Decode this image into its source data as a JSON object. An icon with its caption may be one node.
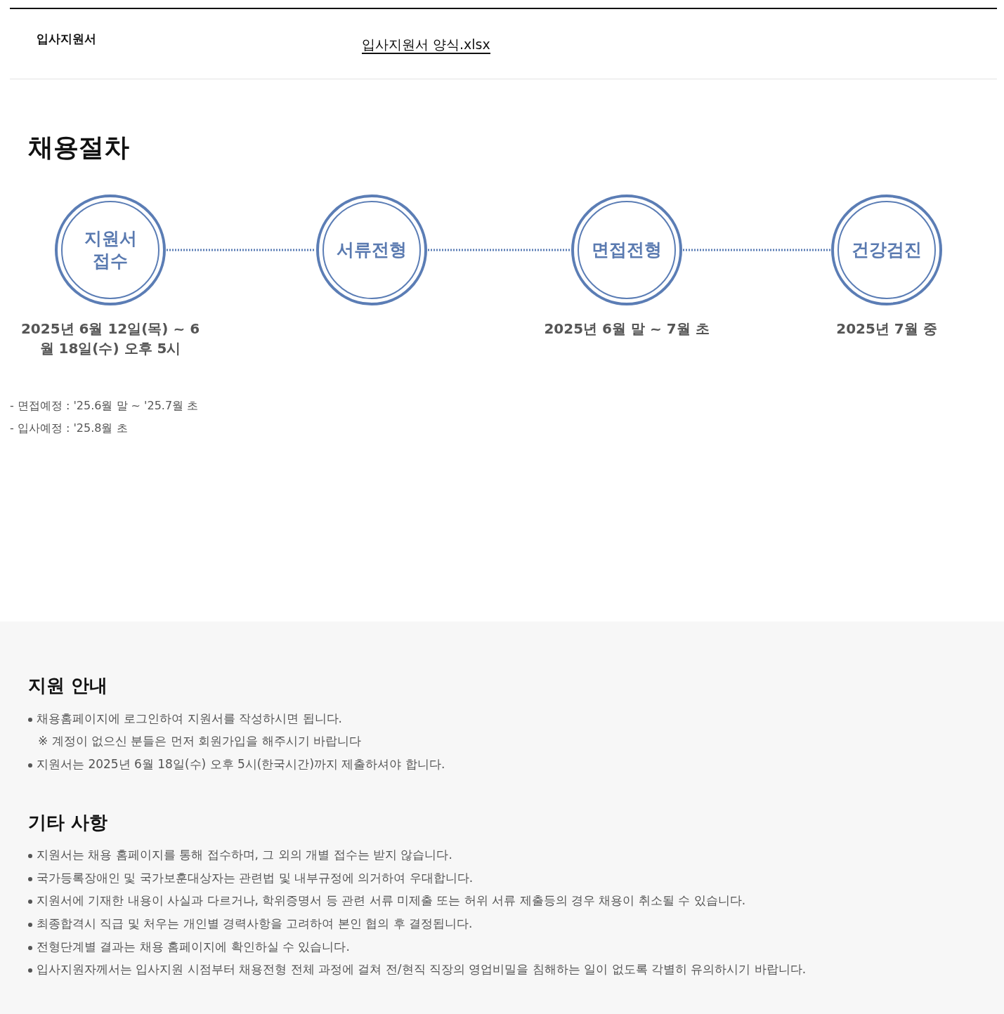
{
  "diagram": {
    "title": "채용절차",
    "nodes": [
      {
        "text": [
          "지원서 접수"
        ],
        "beside": [
          "2025년 6월 12일(목) ~ 6월 18일(수) 오후 5시"
        ]
      },
      {
        "text": [
          "서류전형"
        ]
      },
      {
        "text": [
          "면접전형"
        ],
        "beside": [
          "2025년 6월 말 ~ 7월 초"
        ]
      },
      {
        "text": [
          "건강검진"
        ],
        "beside": [
          "2025년 7월 중"
        ]
      }
    ],
    "edges": [
      {
        "from": 0,
        "to": 1,
        "arrow": "none",
        "style": "dashed"
      },
      {
        "from": 1,
        "to": 2,
        "arrow": "none",
        "style": "dashed"
      },
      {
        "from": 2,
        "to": 3,
        "arrow": "none",
        "style": "dashed"
      }
    ],
    "labels": [
      "입사지원서",
      "입사지원서 양식.xlsx",
      "- 면접예정 : '25.6월 말 ~ '25.7월 초",
      "- 입사예정 : '25.8월 초",
      "지원 안내",
      "채용홈페이지에 로그인하여 지원서를 작성하시면 됩니다.",
      "※ 계정이 없으신 분들은 먼저 회원가입을 해주시기 바랍니다",
      "지원서는 2025년 6월 18일(수) 오후 5시(한국시간)까지 제출하셔야 합니다.",
      "기타 사항",
      "지원서는 채용 홈페이지를 통해 접수하며, 그 외의 개별 접수는 받지 않습니다.",
      "국가등록장애인 및 국가보훈대상자는 관련법 및 내부규정에 의거하여 우대합니다.",
      "지원서에 기재한 내용이 사실과 다르거나, 학위증명서 등 관련 서류 미제출 또는 허위 서류 제출등의 경우 채용이 취소될 수 있습니다.",
      "최종합격시 직급 및 처우는 개인별 경력사항을 고려하여 본인 협의 후 결정됩니다.",
      "전형단계별 결과는 채용 홈페이지에 확인하실 수 있습니다.",
      "입사지원자께서는 입사지원 시점부터 채용전형 전체 과정에 걸쳐 전/현직 직장의 영업비밀을 침해하는 일이 없도록 각별히 유의하시기 바랍니다."
    ]
  }
}
